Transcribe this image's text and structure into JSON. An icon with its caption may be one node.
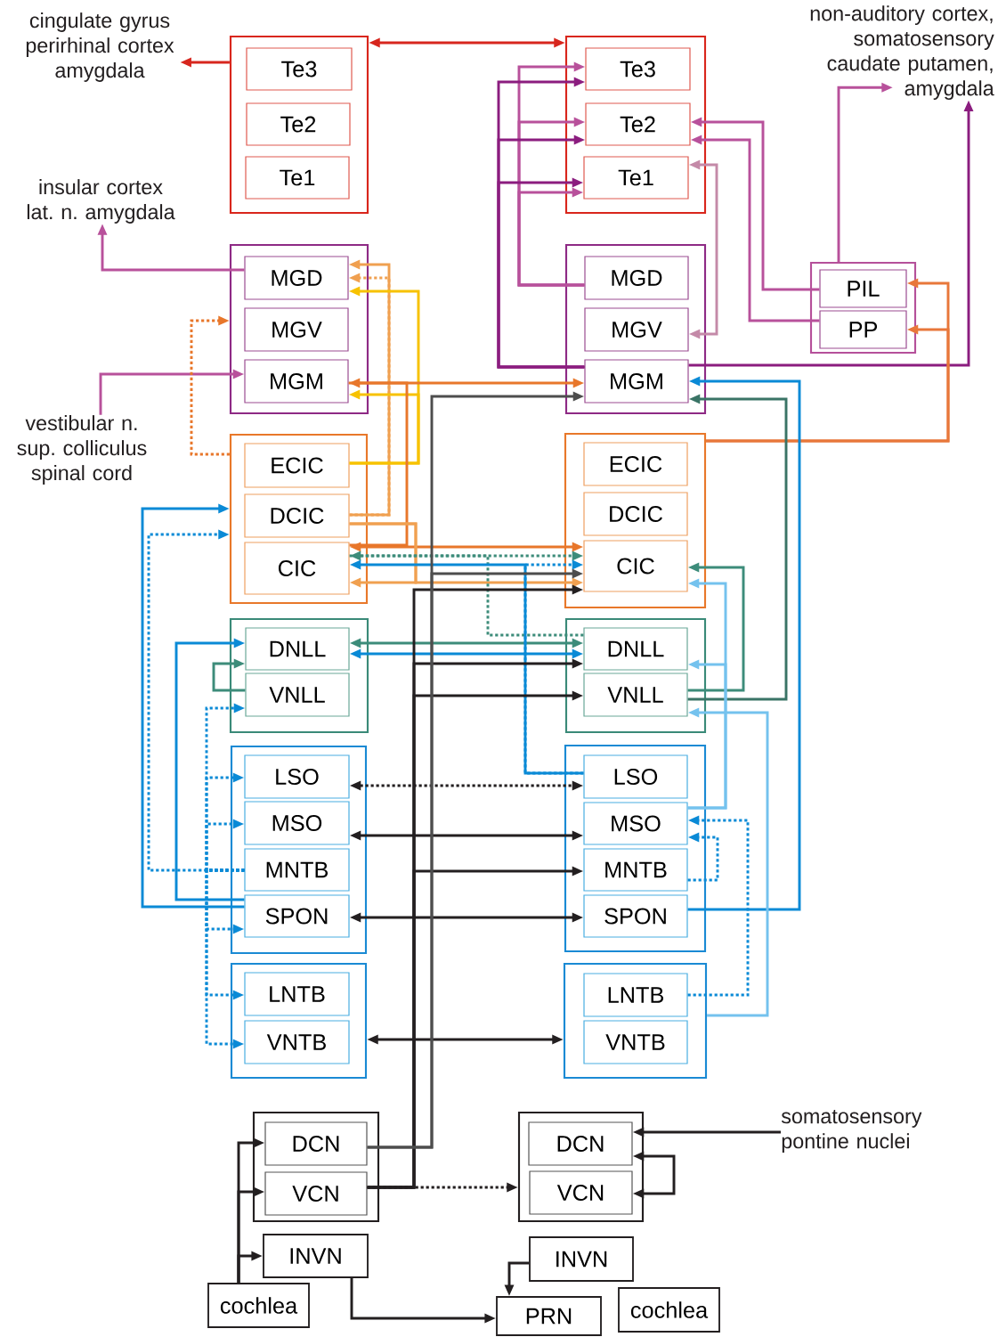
{
  "diagram": {
    "nodes": [
      {
        "text": [
          "cingulate gyrus perirhinal cortex amygdala"
        ]
      },
      {
        "text": [],
        "shape": "box"
      },
      {
        "text": [
          "Te3"
        ],
        "in": 1
      },
      {
        "text": [
          "Te2"
        ],
        "in": 1
      },
      {
        "text": [
          "Te1"
        ],
        "in": 1
      },
      {
        "text": [],
        "shape": "box"
      },
      {
        "text": [
          "Te3"
        ],
        "in": 5
      },
      {
        "text": [
          "Te2"
        ],
        "in": 5
      },
      {
        "text": [
          "Te1"
        ],
        "in": 5
      },
      {
        "text": [
          "non-auditory cortex, somatosensory caudate putamen, amygdala"
        ]
      },
      {
        "text": [
          "insular cortex lat. n. amygdala"
        ]
      },
      {
        "text": [],
        "shape": "box"
      },
      {
        "text": [
          "MGD"
        ],
        "in": 11
      },
      {
        "text": [
          "MGV"
        ],
        "in": 11
      },
      {
        "text": [
          "MGM"
        ],
        "in": 11
      },
      {
        "text": [],
        "shape": "box"
      },
      {
        "text": [
          "MGD"
        ],
        "in": 15
      },
      {
        "text": [
          "MGV"
        ],
        "in": 15
      },
      {
        "text": [
          "MGM"
        ],
        "in": 15
      },
      {
        "text": [],
        "shape": "box"
      },
      {
        "text": [
          "PIL"
        ],
        "in": 19
      },
      {
        "text": [
          "PP"
        ],
        "in": 19
      },
      {
        "text": [
          "vestibular n. sup. colliculus spinal cord"
        ]
      },
      {
        "text": [],
        "shape": "box"
      },
      {
        "text": [
          "ECIC"
        ],
        "in": 23
      },
      {
        "text": [
          "DCIC"
        ],
        "in": 23
      },
      {
        "text": [
          "CIC"
        ],
        "in": 23
      },
      {
        "text": [],
        "shape": "box"
      },
      {
        "text": [
          "ECIC"
        ],
        "in": 27
      },
      {
        "text": [
          "DCIC"
        ],
        "in": 27
      },
      {
        "text": [
          "CIC"
        ],
        "in": 27
      },
      {
        "text": [],
        "shape": "box"
      },
      {
        "text": [
          "DNLL"
        ],
        "in": 31
      },
      {
        "text": [
          "VNLL"
        ],
        "in": 31
      },
      {
        "text": [],
        "shape": "box"
      },
      {
        "text": [
          "DNLL"
        ],
        "in": 34
      },
      {
        "text": [
          "VNLL"
        ],
        "in": 34
      },
      {
        "text": [],
        "shape": "box"
      },
      {
        "text": [
          "LSO"
        ],
        "in": 37
      },
      {
        "text": [
          "MSO"
        ],
        "in": 37
      },
      {
        "text": [
          "MNTB"
        ],
        "in": 37
      },
      {
        "text": [
          "SPON"
        ],
        "in": 37
      },
      {
        "text": [],
        "shape": "box"
      },
      {
        "text": [
          "LSO"
        ],
        "in": 42
      },
      {
        "text": [
          "MSO"
        ],
        "in": 42
      },
      {
        "text": [
          "MNTB"
        ],
        "in": 42
      },
      {
        "text": [
          "SPON"
        ],
        "in": 42
      },
      {
        "text": [],
        "shape": "box"
      },
      {
        "text": [
          "LNTB"
        ],
        "in": 47
      },
      {
        "text": [
          "VNTB"
        ],
        "in": 47
      },
      {
        "text": [],
        "shape": "box"
      },
      {
        "text": [
          "LNTB"
        ],
        "in": 50
      },
      {
        "text": [
          "VNTB"
        ],
        "in": 50
      },
      {
        "text": [],
        "shape": "box"
      },
      {
        "text": [
          "DCN"
        ],
        "in": 53
      },
      {
        "text": [
          "VCN"
        ],
        "in": 53
      },
      {
        "text": [],
        "shape": "box"
      },
      {
        "text": [
          "DCN"
        ],
        "in": 56
      },
      {
        "text": [
          "VCN"
        ],
        "in": 56
      },
      {
        "text": [
          "somatosensory pontine nuclei"
        ]
      },
      {
        "text": [
          "INVN"
        ]
      },
      {
        "text": [
          "INVN"
        ]
      },
      {
        "text": [
          "cochlea"
        ]
      },
      {
        "text": [
          "PRN"
        ]
      },
      {
        "text": [
          "cochlea"
        ]
      }
    ],
    "edges": [
      {
        "from": 1,
        "to": 0,
        "arrow": "to",
        "color": "#d7261e"
      },
      {
        "from": 1,
        "to": 5,
        "arrow": "both",
        "color": "#d7261e"
      },
      {
        "from": 16,
        "to": 6,
        "arrow": "to",
        "color": "#b8519b"
      },
      {
        "from": 16,
        "to": 7,
        "arrow": "to",
        "color": "#b8519b"
      },
      {
        "from": 16,
        "to": 8,
        "arrow": "to",
        "color": "#b8519b"
      },
      {
        "from": 18,
        "to": 6,
        "arrow": "to",
        "color": "#8b1d7f"
      },
      {
        "from": 18,
        "to": 7,
        "arrow": "to",
        "color": "#8b1d7f"
      },
      {
        "from": 18,
        "to": 8,
        "arrow": "to",
        "color": "#8b1d7f"
      },
      {
        "from": 18,
        "to": 9,
        "arrow": "to",
        "color": "#8b1d7f"
      },
      {
        "from": 17,
        "to": 8,
        "arrow": "both",
        "color": "#c48aa8"
      },
      {
        "from": 20,
        "to": 7,
        "arrow": "to",
        "color": "#b8519b"
      },
      {
        "from": 21,
        "to": 7,
        "arrow": "to",
        "color": "#b8519b"
      },
      {
        "from": 19,
        "to": 9,
        "arrow": "to",
        "color": "#b8519b"
      },
      {
        "from": 27,
        "to": 20,
        "arrow": "to",
        "color": "#e8773a"
      },
      {
        "from": 27,
        "to": 21,
        "arrow": "to",
        "color": "#e8773a"
      },
      {
        "from": 12,
        "to": 10,
        "arrow": "to",
        "color": "#b8519b"
      },
      {
        "from": 22,
        "to": 14,
        "arrow": "to",
        "color": "#b8519b"
      },
      {
        "from": 23,
        "to": 11,
        "arrow": "to",
        "style": "dashed",
        "color": "#e8772b"
      },
      {
        "from": 25,
        "to": 12,
        "arrow": "to",
        "color": "#f0a050"
      },
      {
        "from": 25,
        "to": 12,
        "arrow": "to",
        "style": "dashed",
        "color": "#f0a050"
      },
      {
        "from": 24,
        "to": 12,
        "arrow": "to",
        "color": "#f7c200"
      },
      {
        "from": 24,
        "to": 14,
        "arrow": "to",
        "color": "#f7c200"
      },
      {
        "from": 26,
        "to": 14,
        "arrow": "to",
        "color": "#e8772b"
      },
      {
        "from": 14,
        "to": 18,
        "arrow": "to",
        "color": "#e8772b"
      },
      {
        "from": 26,
        "to": 30,
        "arrow": "both",
        "color": "#e8772b"
      },
      {
        "from": 25,
        "to": 26,
        "arrow": "to",
        "color": "#f0a050"
      },
      {
        "from": 25,
        "to": 30,
        "arrow": "to",
        "color": "#f0a050"
      },
      {
        "from": 26,
        "to": 30,
        "arrow": "to",
        "style": "dashed",
        "color": "#3d8c7a"
      },
      {
        "from": 35,
        "to": 26,
        "arrow": "to",
        "style": "dashed",
        "color": "#3d8c7a"
      },
      {
        "from": 32,
        "to": 35,
        "arrow": "both",
        "color": "#3d8c7a"
      },
      {
        "from": 33,
        "to": 32,
        "arrow": "to",
        "color": "#3d8c7a"
      },
      {
        "from": 36,
        "to": 30,
        "arrow": "to",
        "color": "#3d8c7a"
      },
      {
        "from": 36,
        "to": 18,
        "arrow": "to",
        "color": "#3a7466"
      },
      {
        "from": 32,
        "to": 35,
        "arrow": "both",
        "color": "#0a8ad6"
      },
      {
        "from": 43,
        "to": 26,
        "arrow": "to",
        "color": "#0a8ad6"
      },
      {
        "from": 43,
        "to": 30,
        "arrow": "to",
        "style": "dashed",
        "color": "#0a8ad6"
      },
      {
        "from": 46,
        "to": 18,
        "arrow": "to",
        "color": "#0a8ad6"
      },
      {
        "from": 41,
        "to": 23,
        "arrow": "to",
        "color": "#0a8ad6"
      },
      {
        "from": 41,
        "to": 32,
        "arrow": "to",
        "color": "#0a8ad6"
      },
      {
        "from": 40,
        "to": 23,
        "arrow": "to",
        "style": "dashed",
        "color": "#0a8ad6"
      },
      {
        "from": 40,
        "to": 33,
        "arrow": "to",
        "style": "dashed",
        "color": "#0a8ad6"
      },
      {
        "from": 40,
        "to": 38,
        "arrow": "to",
        "style": "dashed",
        "color": "#0a8ad6"
      },
      {
        "from": 40,
        "to": 39,
        "arrow": "to",
        "style": "dashed",
        "color": "#0a8ad6"
      },
      {
        "from": 40,
        "to": 41,
        "arrow": "to",
        "style": "dashed",
        "color": "#0a8ad6"
      },
      {
        "from": 40,
        "to": 48,
        "arrow": "to",
        "style": "dashed",
        "color": "#0a8ad6"
      },
      {
        "from": 40,
        "to": 49,
        "arrow": "to",
        "style": "dashed",
        "color": "#0a8ad6"
      },
      {
        "from": 45,
        "to": 44,
        "arrow": "to",
        "style": "dashed",
        "color": "#0a8ad6"
      },
      {
        "from": 51,
        "to": 44,
        "arrow": "to",
        "style": "dashed",
        "color": "#0a8ad6"
      },
      {
        "from": 44,
        "to": 30,
        "arrow": "to",
        "color": "#74c2ee"
      },
      {
        "from": 44,
        "to": 35,
        "arrow": "to",
        "color": "#74c2ee"
      },
      {
        "from": 50,
        "to": 36,
        "arrow": "to",
        "color": "#74c2ee"
      },
      {
        "from": 38,
        "to": 43,
        "arrow": "both",
        "style": "dashed"
      },
      {
        "from": 39,
        "to": 44,
        "arrow": "both"
      },
      {
        "from": 41,
        "to": 46,
        "arrow": "both"
      },
      {
        "from": 47,
        "to": 50,
        "arrow": "both"
      },
      {
        "from": 55,
        "to": 30,
        "arrow": "to"
      },
      {
        "from": 55,
        "to": 35,
        "arrow": "to"
      },
      {
        "from": 55,
        "to": 36,
        "arrow": "to"
      },
      {
        "from": 55,
        "to": 45,
        "arrow": "to"
      },
      {
        "from": 55,
        "to": 56,
        "arrow": "to",
        "style": "dashed"
      },
      {
        "from": 54,
        "to": 18,
        "arrow": "to",
        "color": "#4d4d4d"
      },
      {
        "from": 54,
        "to": 30,
        "arrow": "to",
        "color": "#4d4d4d"
      },
      {
        "from": 59,
        "to": 57,
        "arrow": "to"
      },
      {
        "from": 57,
        "to": 58,
        "arrow": "both"
      },
      {
        "from": 62,
        "to": 54,
        "arrow": "to"
      },
      {
        "from": 62,
        "to": 55,
        "arrow": "to"
      },
      {
        "from": 62,
        "to": 60,
        "arrow": "to"
      },
      {
        "from": 60,
        "to": 63,
        "arrow": "to"
      },
      {
        "from": 61,
        "to": 63,
        "arrow": "to"
      }
    ]
  }
}
